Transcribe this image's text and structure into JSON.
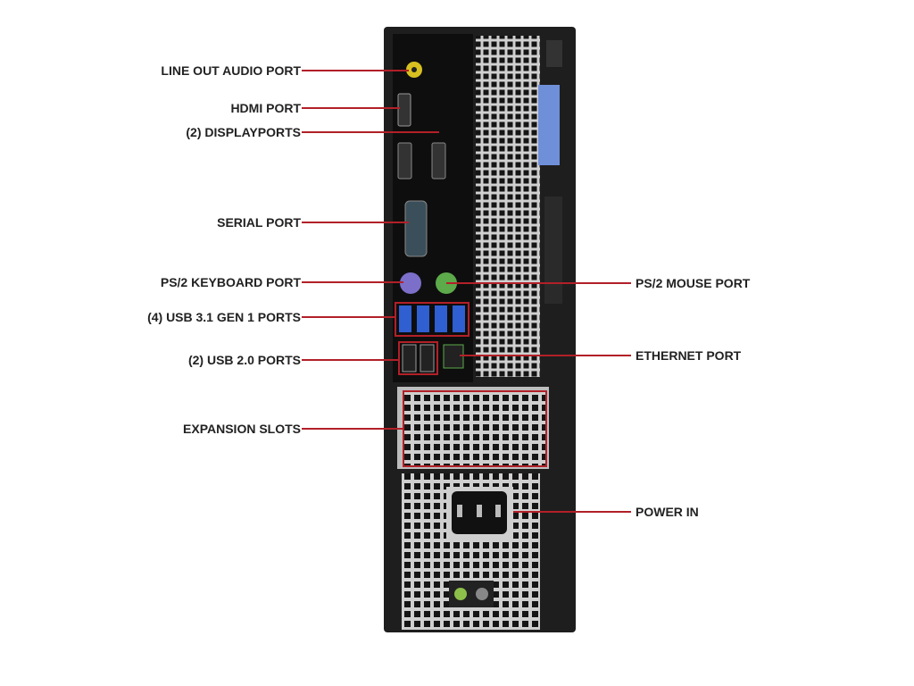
{
  "title": "Desktop rear panel ports",
  "colors": {
    "leader_line": "#b22028",
    "chassis": "#1e1e1e",
    "grille": "#c8c8c8",
    "usb3": "#2f5fd0",
    "ps2_keyboard": "#7b6fc9",
    "ps2_mouse": "#5caa4a",
    "audio": "#d8c020"
  },
  "labels": {
    "line_out": "LINE OUT AUDIO PORT",
    "hdmi": "HDMI PORT",
    "displayports": "(2) DISPLAYPORTS",
    "serial": "SERIAL PORT",
    "ps2_keyboard": "PS/2 KEYBOARD PORT",
    "usb3": "(4) USB 3.1 GEN 1 PORTS",
    "usb2": "(2) USB 2.0 PORTS",
    "expansion": "EXPANSION SLOTS",
    "ps2_mouse": "PS/2 MOUSE PORT",
    "ethernet": "ETHERNET PORT",
    "power": "POWER IN"
  }
}
